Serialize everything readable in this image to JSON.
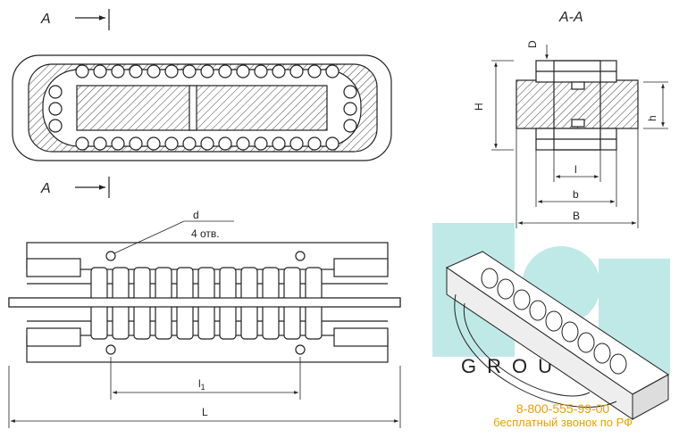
{
  "labels": {
    "section_a_top": "A",
    "section_a_bottom": "A",
    "section_title": "A-A",
    "D": "D",
    "H": "H",
    "h": "h",
    "l": "l",
    "b": "b",
    "B": "B",
    "d": "d",
    "holes": "4 отв.",
    "l1": "l",
    "l1_sub": "1",
    "L": "L"
  },
  "watermark": {
    "text": "GROU",
    "color": "#8fd7d2"
  },
  "contact": {
    "phone": "8-800-555-99-00",
    "note": "бесплатный звонок по РФ",
    "color": "#e8a100"
  }
}
